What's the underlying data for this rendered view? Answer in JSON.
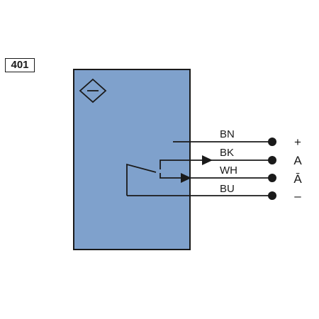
{
  "diagram": {
    "code": "401",
    "wires": [
      {
        "color_code": "BN",
        "terminal": "+"
      },
      {
        "color_code": "BK",
        "terminal": "A"
      },
      {
        "color_code": "WH",
        "terminal": "Ā"
      },
      {
        "color_code": "BU",
        "terminal": "–"
      }
    ],
    "colors": {
      "housing": "#7fa1cc",
      "line": "#1a1a1a"
    }
  }
}
